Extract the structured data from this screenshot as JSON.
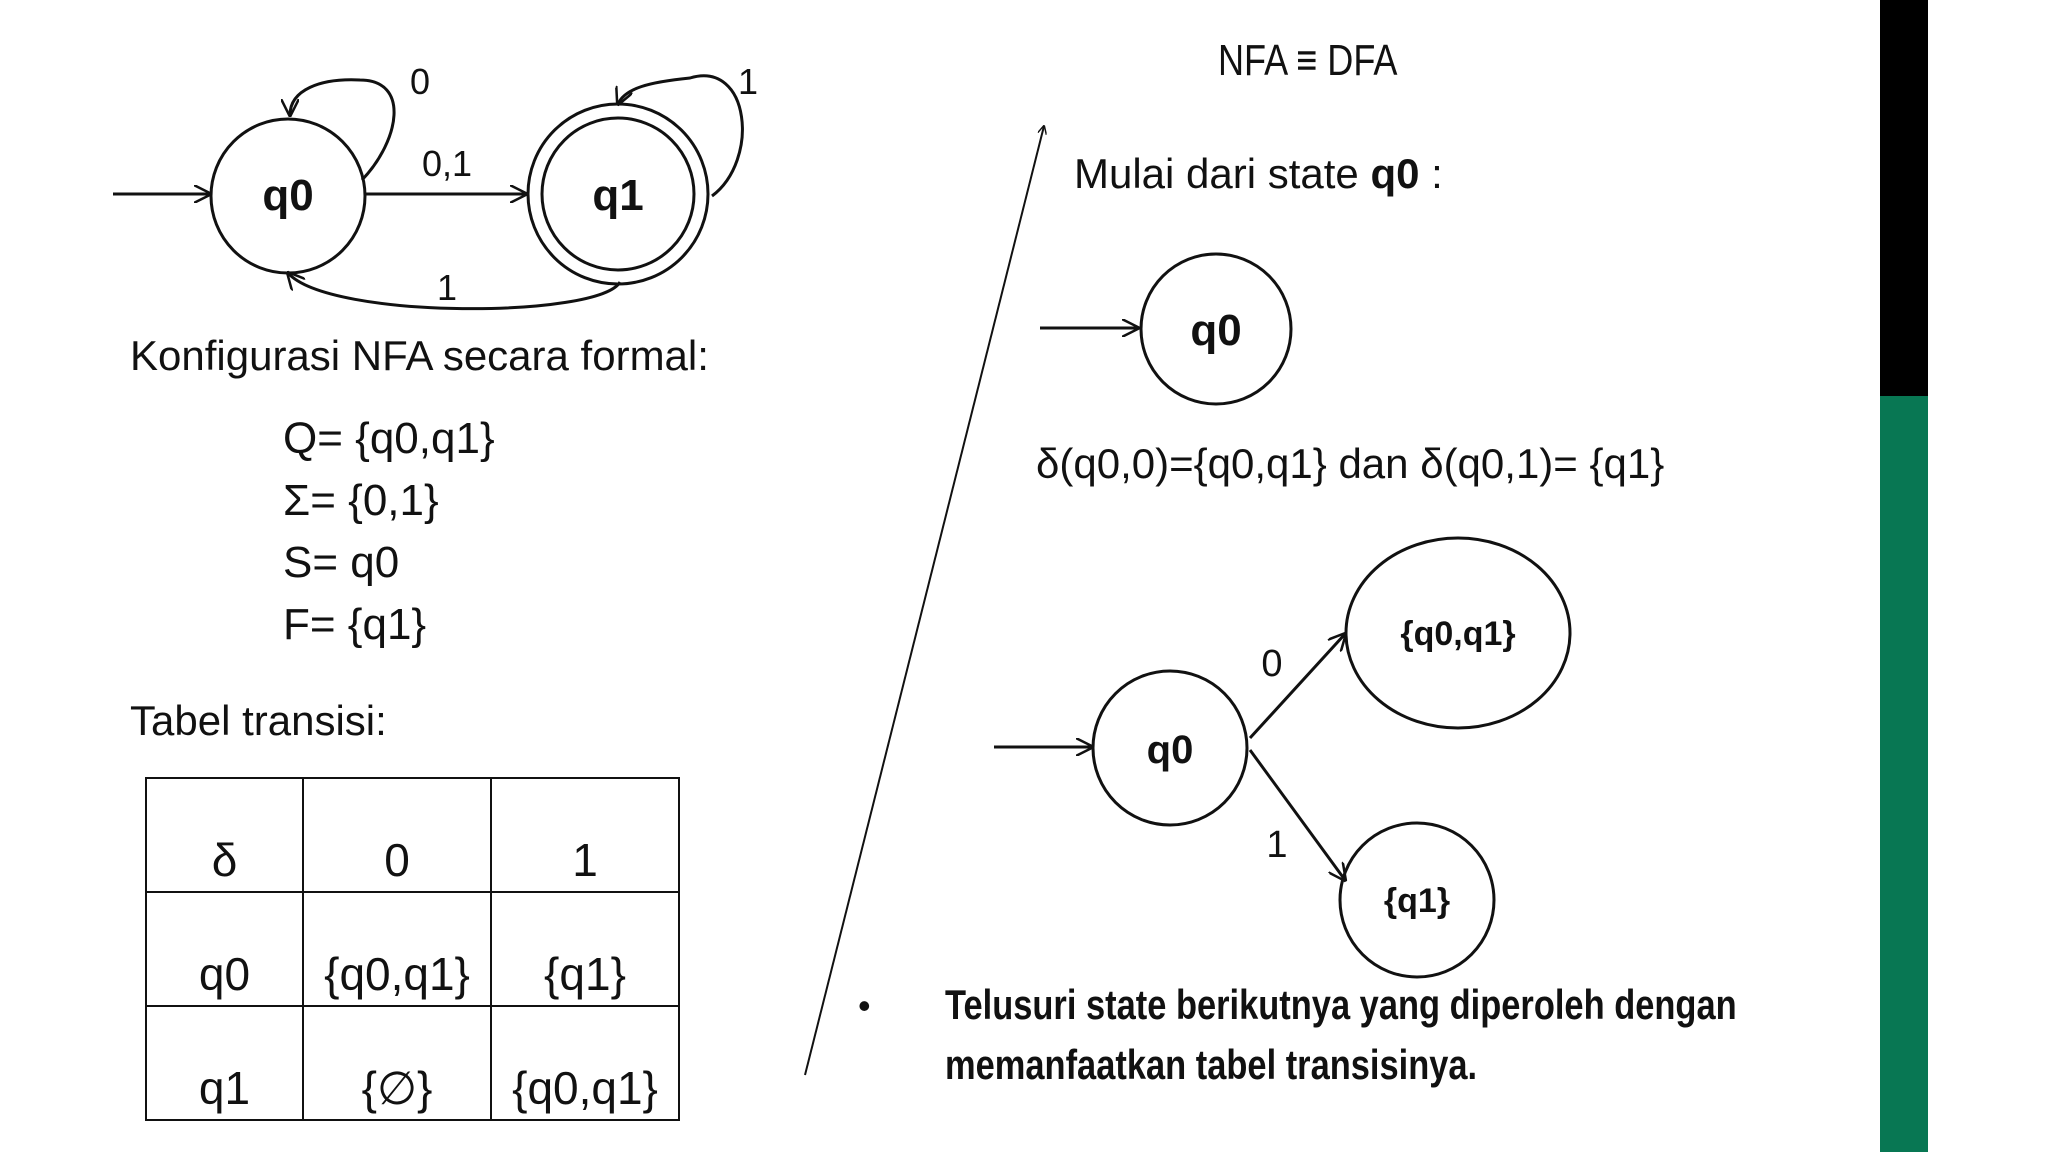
{
  "nfa_diagram": {
    "states": [
      "q0",
      "q1"
    ],
    "accepting": "q1",
    "labels": {
      "q0_loop": "0",
      "q0_to_q1": "0,1",
      "q1_to_q0": "1",
      "q1_loop": "1"
    }
  },
  "config_heading": "Konfigurasi NFA secara formal:",
  "formal": {
    "Q": "Q= {q0,q1}",
    "Sigma": "Σ= {0,1}",
    "S": "S= q0",
    "F": "F= {q1}"
  },
  "table_heading": "Tabel transisi:",
  "table": {
    "header": [
      "δ",
      "0",
      "1"
    ],
    "rows": [
      [
        "q0",
        "{q0,q1}",
        "{q1}"
      ],
      [
        "q1",
        "{∅}",
        "{q0,q1}"
      ]
    ]
  },
  "right": {
    "title": "NFA ≡ DFA",
    "start_prefix": "Mulai dari state ",
    "start_state": "q0",
    "start_suffix": " :",
    "single_state": "q0",
    "delta_text": "δ(q0,0)={q0,q1} dan δ(q0,1)= {q1}",
    "tree": {
      "root": "q0",
      "node_a": "{q0,q1}",
      "node_b": "{q1}",
      "label_a": "0",
      "label_b": "1"
    },
    "bullet": "•",
    "bullet_line1": "Telusuri state berikutnya yang diperoleh dengan",
    "bullet_line2": "memanfaatkan tabel transisinya."
  },
  "colors": {
    "black_bar": "#000000",
    "green_bar": "#087753"
  }
}
